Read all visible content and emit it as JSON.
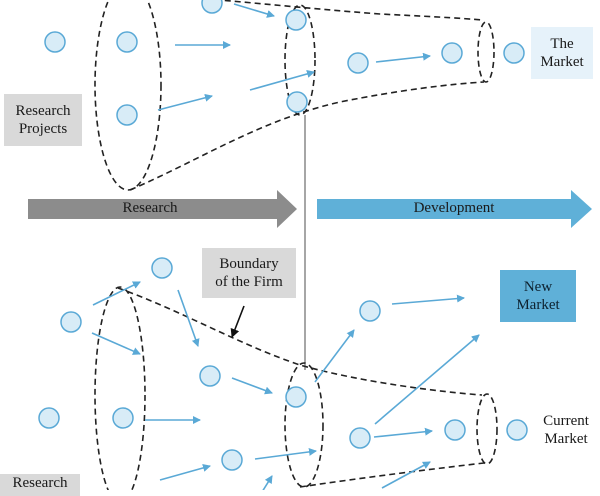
{
  "labels": {
    "research_projects_top": "Research\nProjects",
    "the_market": "The\nMarket",
    "research_arrow": "Research",
    "development_arrow": "Development",
    "boundary": "Boundary\nof the Firm",
    "new_market": "New\nMarket",
    "current_market": "Current\nMarket",
    "research_projects_bottom": "Research"
  },
  "colors": {
    "circle_fill": "#d8ecf7",
    "circle_stroke": "#5aa9d6",
    "arrow_blue": "#5aa9d6",
    "research_arrow": "#8c8c8c",
    "development_arrow": "#5fb0d8",
    "label_grey": "#d9d9d9",
    "new_market_fill": "#5fb0d8",
    "market_light": "#e6f2fa"
  }
}
